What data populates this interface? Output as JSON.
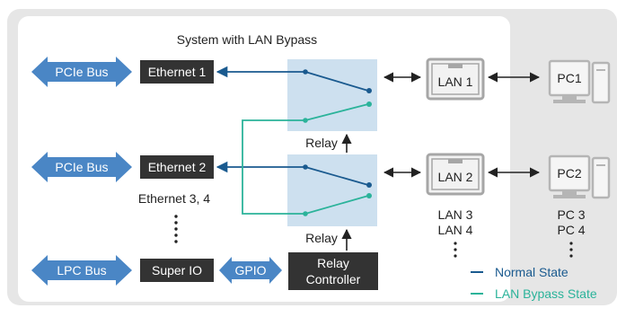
{
  "system_title": "System with LAN Bypass",
  "pcie_bus_1": "PCIe Bus",
  "pcie_bus_2": "PCIe Bus",
  "lpc_bus": "LPC Bus",
  "ethernet_1": "Ethernet 1",
  "ethernet_2": "Ethernet 2",
  "ethernet_3_4": "Ethernet 3, 4",
  "super_io": "Super IO",
  "gpio": "GPIO",
  "relay_controller": [
    "Relay",
    "Controller"
  ],
  "relay_1": "Relay",
  "relay_2": "Relay",
  "lan_1": "LAN 1",
  "lan_2": "LAN 2",
  "lan_3": "LAN 3",
  "lan_4": "LAN 4",
  "pc_1": "PC1",
  "pc_2": "PC2",
  "pc_3": "PC 3",
  "pc_4": "PC 4",
  "legend": {
    "normal": "Normal State",
    "bypass": "LAN Bypass State"
  },
  "colors": {
    "background_panel": "#e6e6e6",
    "system_panel": "#ffffff",
    "bus_arrow": "#4a86c5",
    "dark_box": "#333333",
    "relay_fill": "#cde0ef",
    "normal_line": "#1a5a8f",
    "bypass_line": "#2bb39a",
    "lan_gray": "#a6a6a6"
  }
}
